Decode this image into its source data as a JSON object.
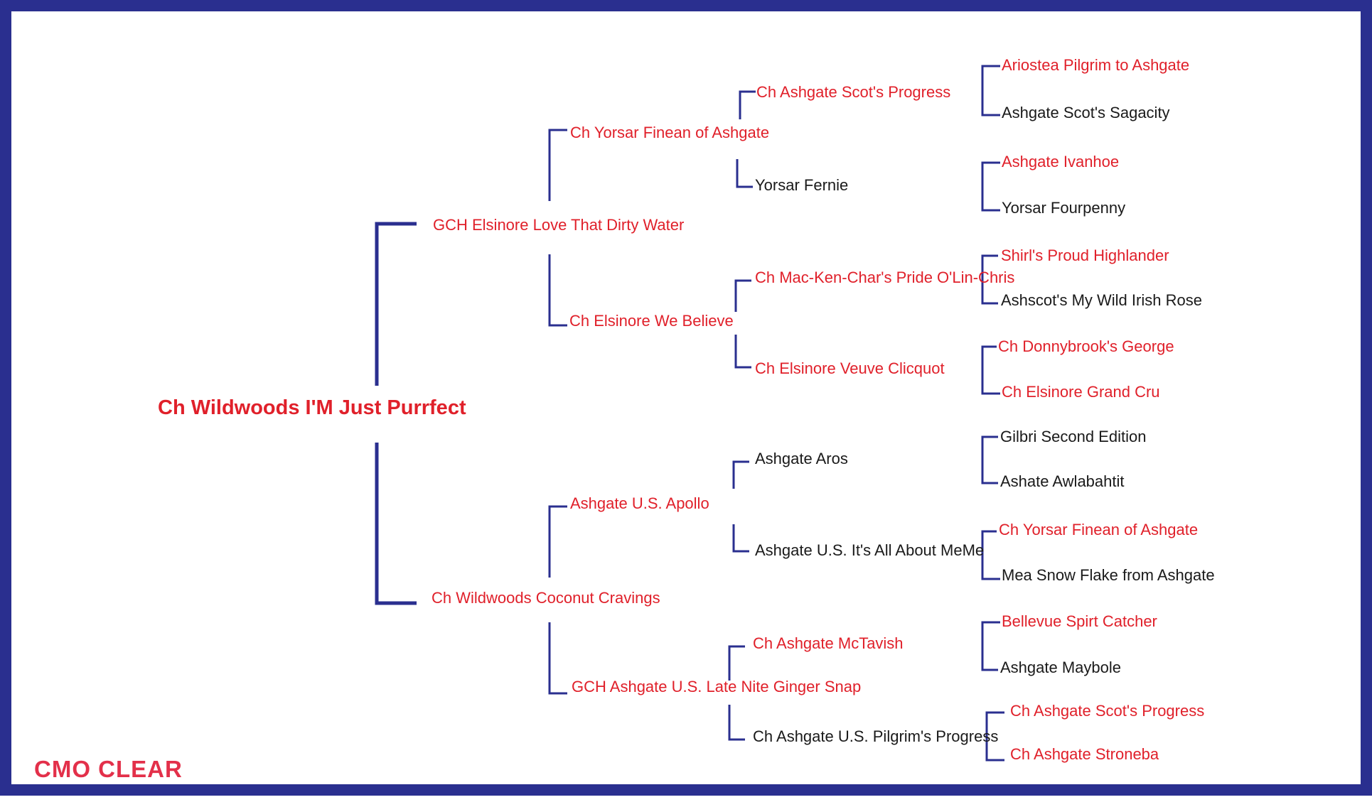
{
  "colors": {
    "frame": "#2a2f8f",
    "connector": "#2a2f8f",
    "champion_text": "#e0202a",
    "plain_text": "#1a1a1a",
    "footer_text": "#e3304a"
  },
  "footer_label": "CMO CLEAR",
  "pedigree": {
    "subject": {
      "name": "Ch Wildwoods I'M Just Purrfect",
      "champion": true
    },
    "sire": {
      "name": "GCH Elsinore Love That Dirty Water",
      "champion": true
    },
    "dam": {
      "name": "Ch Wildwoods Coconut Cravings",
      "champion": true
    },
    "grandparents": [
      {
        "name": "Ch Yorsar Finean of Ashgate",
        "champion": true
      },
      {
        "name": "Ch Elsinore We Believe",
        "champion": true
      },
      {
        "name": "Ashgate U.S. Apollo",
        "champion": true
      },
      {
        "name": "GCH Ashgate U.S. Late Nite Ginger Snap",
        "champion": true
      }
    ],
    "great_grandparents": [
      {
        "name": "Ch Ashgate Scot's Progress",
        "champion": true
      },
      {
        "name": "Yorsar Fernie",
        "champion": false
      },
      {
        "name": "Ch Mac-Ken-Char's Pride O'Lin-Chris",
        "champion": true
      },
      {
        "name": "Ch Elsinore Veuve Clicquot",
        "champion": true
      },
      {
        "name": "Ashgate Aros",
        "champion": false
      },
      {
        "name": "Ashgate U.S. It's All About MeMe",
        "champion": false
      },
      {
        "name": "Ch Ashgate McTavish",
        "champion": true
      },
      {
        "name": "Ch Ashgate U.S. Pilgrim's Progress",
        "champion": false
      }
    ],
    "great_great_grandparents": [
      {
        "name": "Ariostea Pilgrim to Ashgate",
        "champion": true
      },
      {
        "name": "Ashgate Scot's Sagacity",
        "champion": false
      },
      {
        "name": "Ashgate Ivanhoe",
        "champion": true
      },
      {
        "name": "Yorsar Fourpenny",
        "champion": false
      },
      {
        "name": "Shirl's Proud Highlander",
        "champion": true
      },
      {
        "name": "Ashscot's My Wild Irish Rose",
        "champion": false
      },
      {
        "name": "Ch Donnybrook's George",
        "champion": true
      },
      {
        "name": "Ch Elsinore Grand Cru",
        "champion": true
      },
      {
        "name": "Gilbri Second Edition",
        "champion": false
      },
      {
        "name": "Ashate Awlabahtit",
        "champion": false
      },
      {
        "name": "Ch Yorsar Finean of Ashgate",
        "champion": true
      },
      {
        "name": "Mea Snow Flake from Ashgate",
        "champion": false
      },
      {
        "name": "Bellevue Spirt Catcher",
        "champion": true
      },
      {
        "name": "Ashgate Maybole",
        "champion": false
      },
      {
        "name": "Ch Ashgate Scot's Progress",
        "champion": true
      },
      {
        "name": "Ch Ashgate Stroneba",
        "champion": true
      }
    ]
  }
}
